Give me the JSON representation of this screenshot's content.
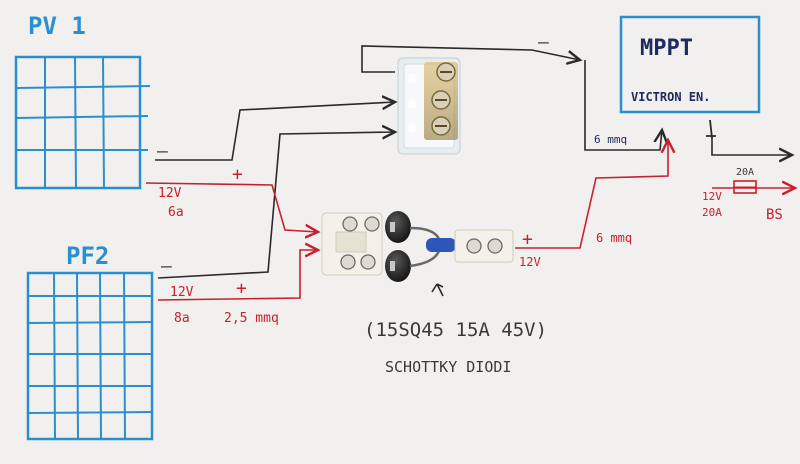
{
  "colors": {
    "paper": "#f1f0ee",
    "blue_ink": "#2a8fd1",
    "red_ink": "#c8202e",
    "black_ink": "#2a2a2a",
    "navy_ink": "#1e2b60"
  },
  "panels": {
    "pf1_label": "PV 1",
    "pf2_label": "PF2"
  },
  "controller": {
    "name": "MPPT",
    "brand": "VICTRON EN."
  },
  "wires": {
    "pf1_voltage": "12V",
    "pf1_current": "6a",
    "pf2_voltage": "12V",
    "pf2_current": "8a",
    "pf2_section": "2,5 mmq",
    "out_voltage": "12V",
    "out_section": "6 mmq",
    "neg_section": "6 mmq",
    "fuse_rating": "20A",
    "bs_voltage": "12V",
    "bs_current": "20A",
    "bs_label": "BS"
  },
  "signs": {
    "plus": "+",
    "minus": "–"
  },
  "diode": {
    "model": "(15SQ45   15A 45V)",
    "type": "SCHOTTKY DIODI"
  },
  "icons": {
    "diode_body": "schottky-diode-icon",
    "terminal_block": "terminal-block-icon",
    "fuse": "fuse-icon"
  }
}
